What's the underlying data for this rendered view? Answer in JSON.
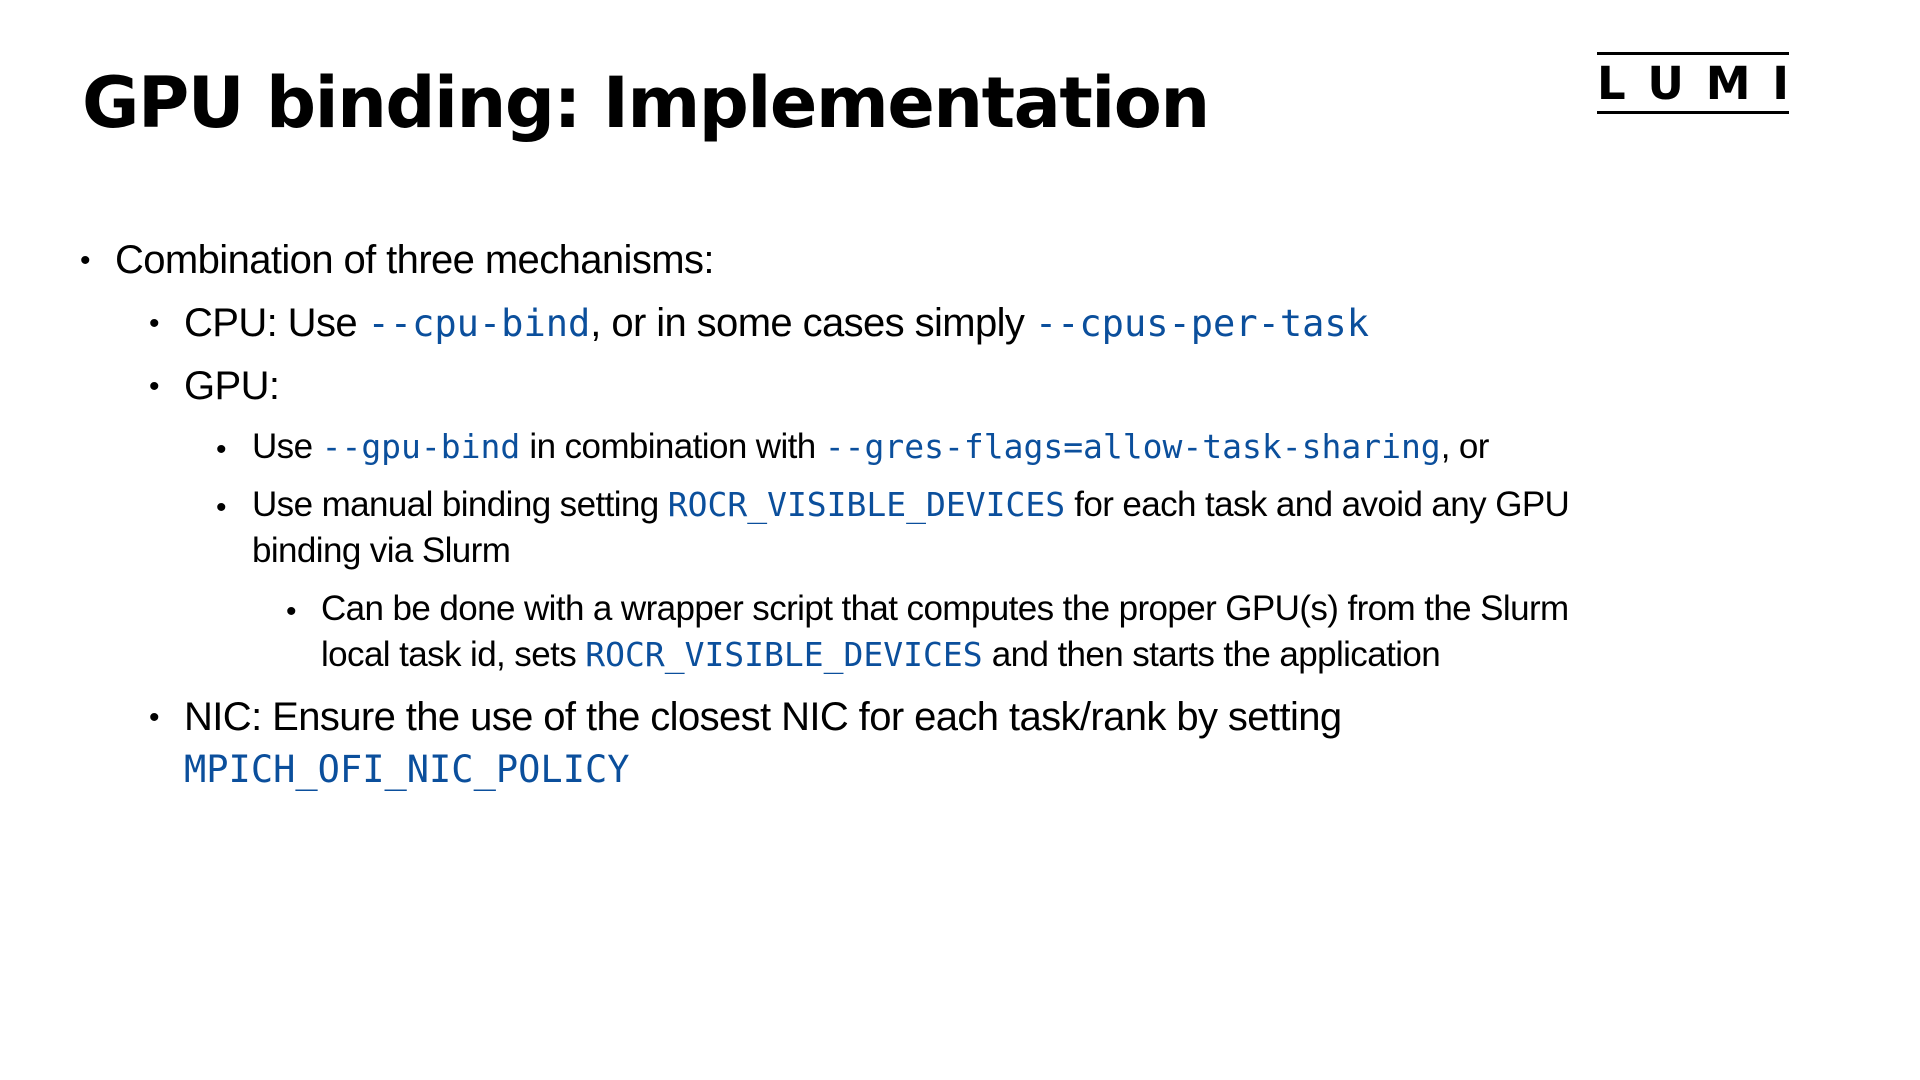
{
  "slide": {
    "title": "GPU binding: Implementation",
    "logo": {
      "letters": [
        "L",
        "U",
        "M",
        "I"
      ]
    },
    "colors": {
      "text": "#000000",
      "code": "#0b4f9c",
      "background": "#ffffff"
    },
    "bullet_glyph": "•",
    "bullets": [
      {
        "level": 1,
        "lines": [
          [
            {
              "text": "Combination of three mechanisms:",
              "code": false
            }
          ]
        ]
      },
      {
        "level": 2,
        "lines": [
          [
            {
              "text": "CPU: Use ",
              "code": false
            },
            {
              "text": "--cpu-bind",
              "code": true
            },
            {
              "text": ", or in some cases simply ",
              "code": false
            },
            {
              "text": "--cpus-per-task",
              "code": true
            }
          ]
        ]
      },
      {
        "level": 2,
        "lines": [
          [
            {
              "text": "GPU:",
              "code": false
            }
          ]
        ]
      },
      {
        "level": 3,
        "lines": [
          [
            {
              "text": "Use ",
              "code": false
            },
            {
              "text": "--gpu-bind",
              "code": true
            },
            {
              "text": " in combination with ",
              "code": false
            },
            {
              "text": "--gres-flags=allow-task-sharing",
              "code": true
            },
            {
              "text": ", or",
              "code": false
            }
          ]
        ]
      },
      {
        "level": 3,
        "lines": [
          [
            {
              "text": "Use manual binding setting ",
              "code": false
            },
            {
              "text": "ROCR_VISIBLE_DEVICES",
              "code": true
            },
            {
              "text": " for each task and avoid any GPU",
              "code": false
            }
          ],
          [
            {
              "text": "binding via Slurm",
              "code": false
            }
          ]
        ]
      },
      {
        "level": 4,
        "lines": [
          [
            {
              "text": "Can be done with a wrapper script that computes the proper GPU(s) from the Slurm",
              "code": false
            }
          ],
          [
            {
              "text": "local task id, sets ",
              "code": false
            },
            {
              "text": "ROCR_VISIBLE_DEVICES",
              "code": true
            },
            {
              "text": " and then starts the application",
              "code": false
            }
          ]
        ]
      },
      {
        "level": 2,
        "lines": [
          [
            {
              "text": "NIC: Ensure the use of the closest NIC for each task/rank by setting",
              "code": false
            }
          ],
          [
            {
              "text": "MPICH_OFI_NIC_POLICY",
              "code": true
            }
          ]
        ]
      }
    ]
  }
}
